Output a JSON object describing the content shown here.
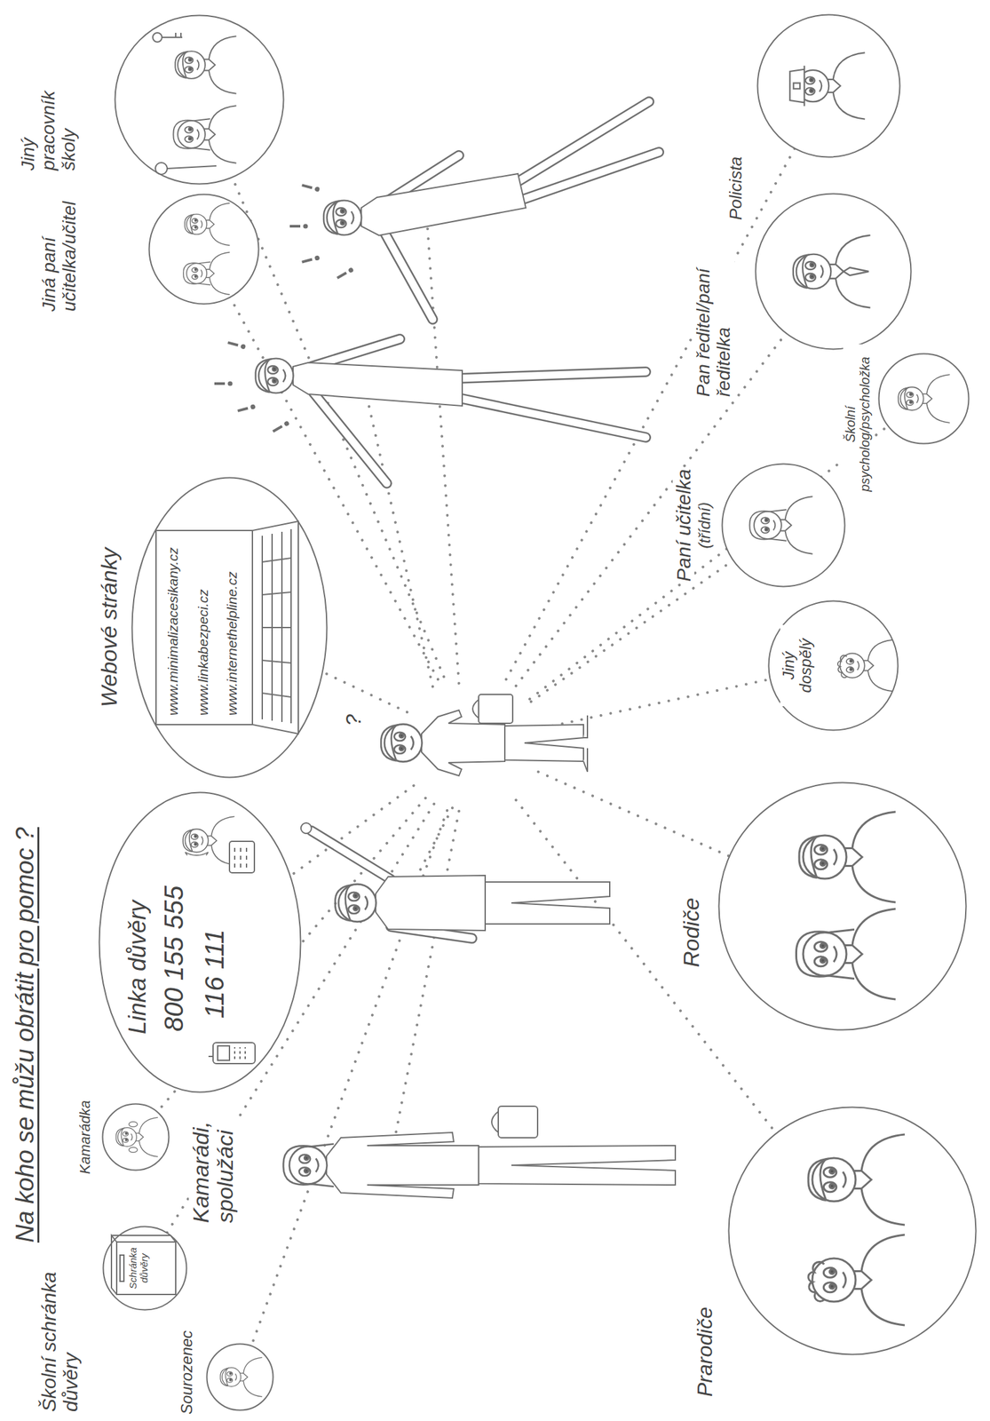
{
  "diagram": {
    "title": "Na koho se můžu obrátit pro pomoc ?",
    "nodes": [
      {
        "text": [
          "Školní schránka důvěry",
          "Schránka důvěry"
        ]
      },
      {
        "text": [
          "Sourozenec"
        ]
      },
      {
        "text": [
          "Kamarádka"
        ]
      },
      {
        "text": [
          "Linka důvěry",
          "800 155 555",
          "116 111"
        ]
      },
      {
        "text": [
          "Webové stránky",
          "www.minimalizacesikany.cz",
          "www.linkabezpeci.cz",
          "www.internethelpline.cz"
        ]
      },
      {
        "text": [
          "Jiná paní učitelka/učitel"
        ]
      },
      {
        "text": [
          "Jiný pracovník školy"
        ]
      },
      {
        "text": [
          "Paní učitelka",
          "(třídní)"
        ]
      },
      {
        "text": [
          "Jiný dospělý"
        ]
      },
      {
        "text": [
          "Rodiče"
        ]
      },
      {
        "text": [
          "Prarodiče"
        ]
      },
      {
        "text": [
          "Pan ředitel/paní ředitelka"
        ]
      },
      {
        "text": [
          "Školní psycholog/psycholožka"
        ]
      },
      {
        "text": [
          "Policista"
        ]
      }
    ],
    "labels": [
      "Kamarádi, spolužáci",
      "?"
    ]
  }
}
